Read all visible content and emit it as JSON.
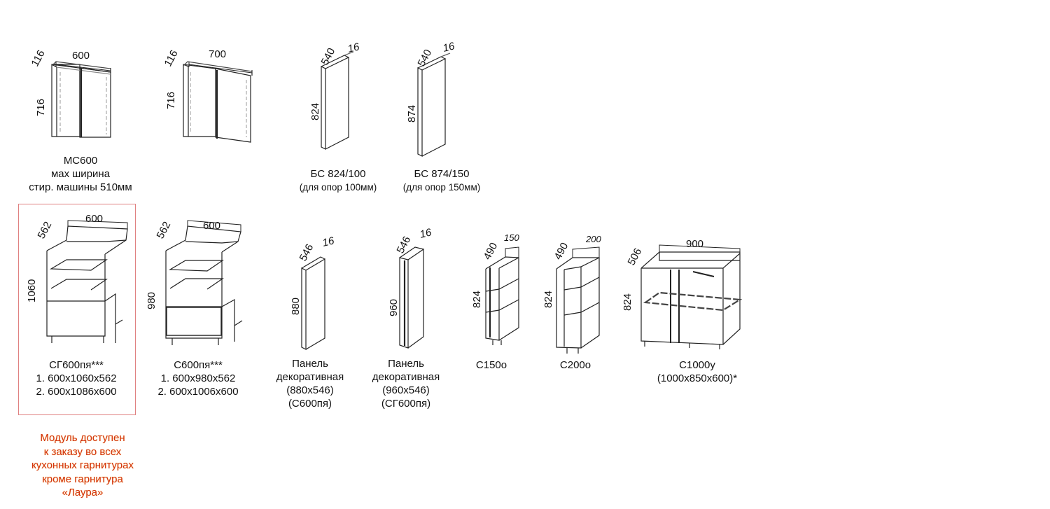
{
  "colors": {
    "outline": "#222222",
    "note_text": "#d2320f",
    "frame": "#e08080",
    "dashed": "#aaaaaa"
  },
  "items": [
    {
      "caption": [
        "МС600",
        "мах ширина",
        "стир. машины 510мм"
      ],
      "dims": {
        "width": "600",
        "depth": "116",
        "height": "716"
      }
    },
    {
      "caption": [],
      "dims": {
        "width": "700",
        "depth": "116",
        "height": "716"
      }
    },
    {
      "caption": [
        "БС 824/100",
        "(для опор 100мм)"
      ],
      "dims": {
        "width": "16",
        "depth": "540",
        "height": "824"
      }
    },
    {
      "caption": [
        "БС 874/150",
        "(для опор 150мм)"
      ],
      "dims": {
        "width": "16",
        "depth": "540",
        "height": "874"
      }
    },
    {
      "caption": [
        "СГ600пя***",
        "1. 600x1060x562",
        "2. 600x1086x600"
      ],
      "dims": {
        "width": "600",
        "depth": "562",
        "height": "1060"
      }
    },
    {
      "caption": [
        "С600пя***",
        "1. 600x980x562",
        "2. 600x1006x600"
      ],
      "dims": {
        "width": "600",
        "depth": "562",
        "height": "980"
      }
    },
    {
      "caption": [
        "Панель",
        "декоративная",
        "(880x546)",
        "(С600пя)"
      ],
      "dims": {
        "width": "16",
        "depth": "546",
        "height": "880"
      }
    },
    {
      "caption": [
        "Панель",
        "декоративная",
        "(960x546)",
        "(СГ600пя)"
      ],
      "dims": {
        "width": "16",
        "depth": "546",
        "height": "960"
      }
    },
    {
      "caption": [
        "С150о"
      ],
      "dims": {
        "width": "150",
        "depth": "490",
        "height": "824"
      }
    },
    {
      "caption": [
        "С200о"
      ],
      "dims": {
        "width": "200",
        "depth": "490",
        "height": "824"
      }
    },
    {
      "caption": [
        "С1000у",
        "(1000x850x600)*"
      ],
      "dims": {
        "width": "900",
        "depth": "506",
        "height": "824"
      }
    }
  ],
  "note": [
    "Модуль доступен",
    "к заказу во всех",
    "кухонных гарнитурах",
    "кроме гарнитура",
    "«Лаура»"
  ]
}
